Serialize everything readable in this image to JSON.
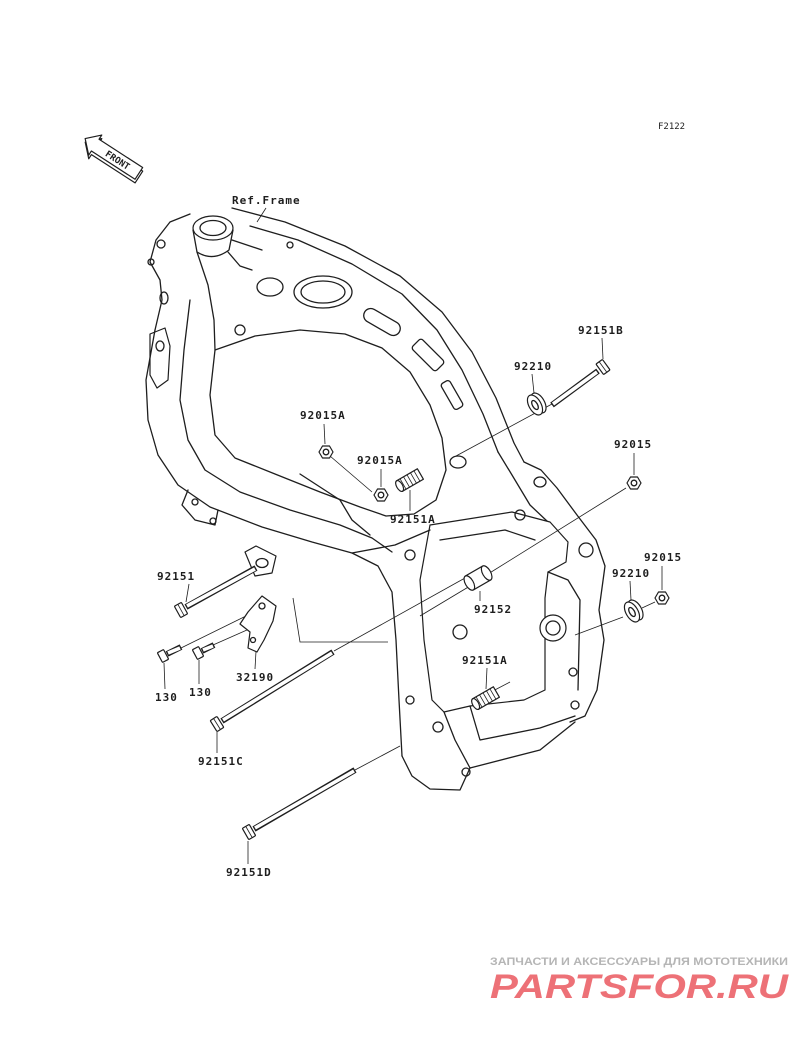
{
  "diagram_code": "F2122",
  "front_arrow": {
    "label": "FRONT",
    "icon": "front-direction-arrow"
  },
  "reference": "Ref.Frame",
  "part_numbers": {
    "bolt_upper_long": "92151B",
    "collar_upper": "92210",
    "nut_inner": "92015A",
    "nut_upper_right": "92015",
    "nut_middle": "92015A",
    "adjuster_upper": "92151A",
    "bolt_left": "92151",
    "spacer": "92152",
    "nut_lower_right": "92015",
    "collar_lower": "92210",
    "bracket": "32190",
    "bolt_small_1": "130",
    "bolt_small_2": "130",
    "adjuster_lower": "92151A",
    "bolt_middle_long": "92151C",
    "bolt_bottom_long": "92151D"
  },
  "watermark": {
    "tagline": "ЗАПЧАСТИ И АКСЕССУАРЫ ДЛЯ МОТОТЕХНИКИ",
    "logo_text": "PARTSFOR.RU"
  },
  "colors": {
    "line": "#1e1e1e",
    "watermark": "#e8424a",
    "tagline": "#b5b5b5"
  }
}
